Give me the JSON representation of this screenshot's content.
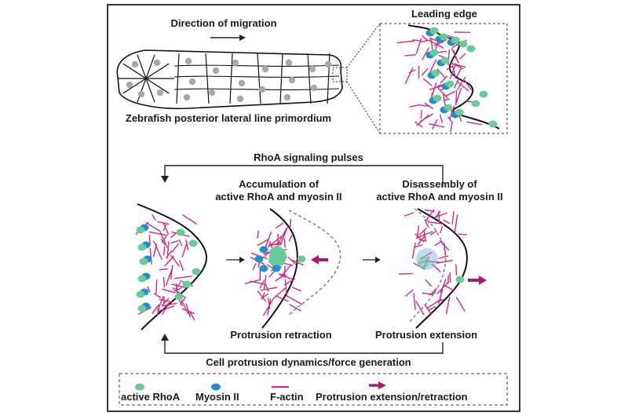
{
  "top": {
    "direction_label": "Direction of migration",
    "primordium_caption": "Zebrafish posterior lateral line primordium",
    "leading_edge_label": "Leading edge"
  },
  "cycle": {
    "top_label": "RhoA signaling pulses",
    "bottom_label": "Cell protrusion dynamics/force generation"
  },
  "panels": {
    "middle_title_line1": "Accumulation of",
    "middle_title_line2": "active RhoA and myosin II",
    "right_title_line1": "Disassembly of",
    "right_title_line2": "active RhoA and myosin II",
    "middle_caption": "Protrusion retraction",
    "right_caption": "Protrusion extension"
  },
  "legend": {
    "active_rhoa": "active RhoA",
    "myosin": "Myosin II",
    "factin": "F-actin",
    "arrow": "Protrusion extension/retraction"
  },
  "colors": {
    "rhoa": "#66cc99",
    "myosin": "#1e90d0",
    "factin": "#d6287e",
    "arrow": "#b0186e",
    "cell_nucleus": "#a8a8a8"
  }
}
